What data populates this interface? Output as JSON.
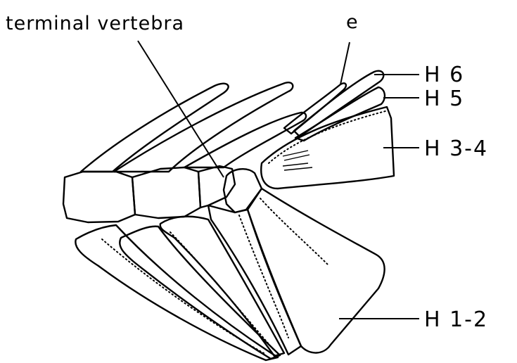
{
  "labels": {
    "terminal_vertebra": "terminal vertebra",
    "e": "e",
    "h6": "H 6",
    "h5": "H 5",
    "h34": "H 3-4",
    "h12": "H 1-2"
  },
  "colors": {
    "line": "#000000",
    "background": "#ffffff"
  }
}
